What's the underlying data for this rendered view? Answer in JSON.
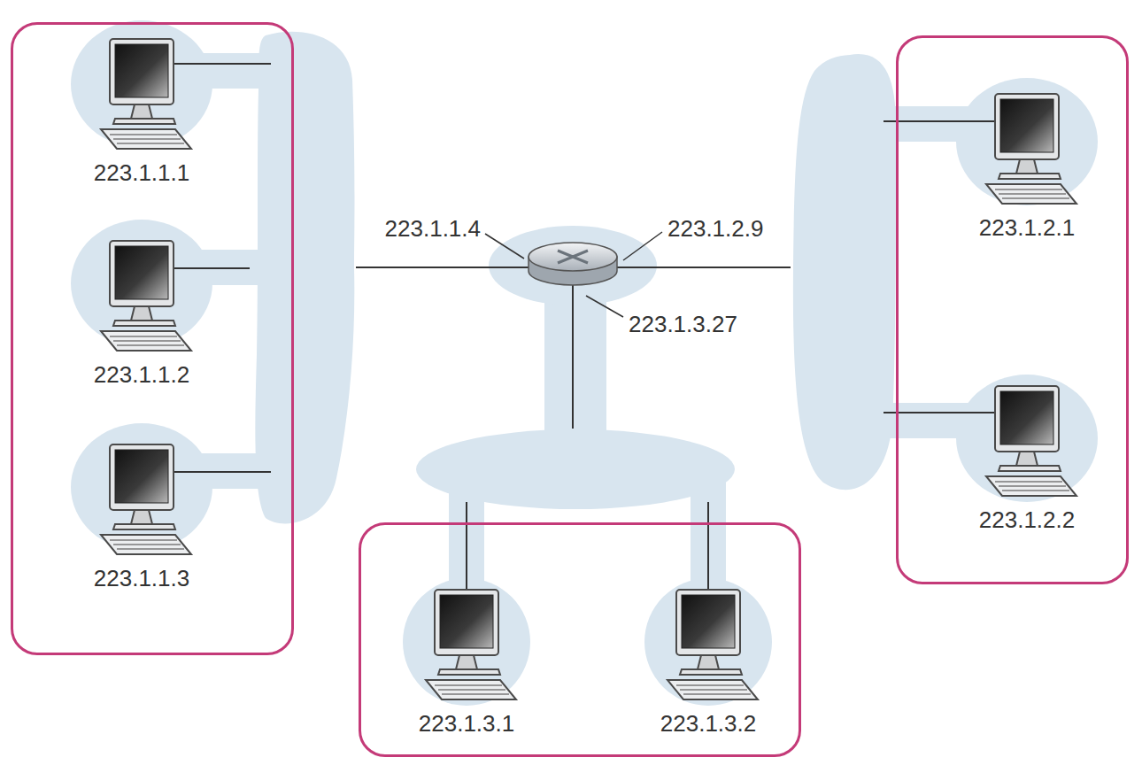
{
  "diagram": {
    "nodes": [
      {
        "text": []
      },
      {
        "text": [
          "223.1.1.1"
        ],
        "in": 0
      },
      {
        "text": [
          "223.1.1.2"
        ],
        "in": 0
      },
      {
        "text": [
          "223.1.1.3"
        ],
        "in": 0
      },
      {
        "text": []
      },
      {
        "text": [
          "223.1.2.1"
        ],
        "in": 4
      },
      {
        "text": [
          "223.1.2.2"
        ],
        "in": 4
      },
      {
        "text": []
      },
      {
        "text": [
          "223.1.3.1"
        ],
        "in": 7
      },
      {
        "text": [
          "223.1.3.2"
        ],
        "in": 7
      }
    ],
    "labels": [
      "223.1.1.4",
      "223.1.2.9",
      "223.1.3.27"
    ]
  }
}
